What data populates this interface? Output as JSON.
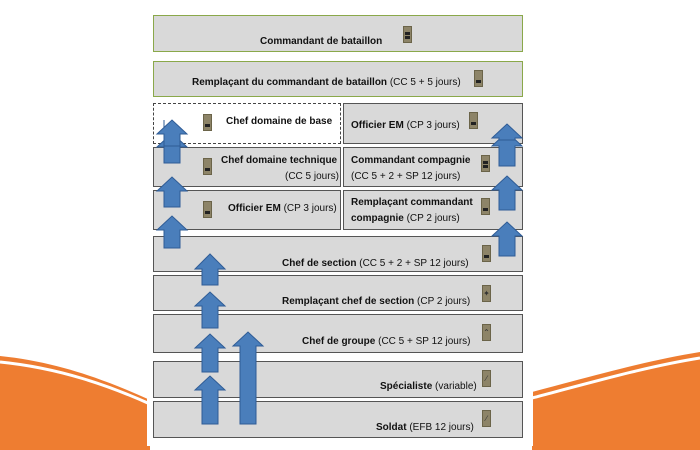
{
  "colors": {
    "accent_orange": "#ee7d31",
    "box_fill": "#d9d9d9",
    "arrow_fill": "#4a7ebb",
    "green_border": "#8aa84a"
  },
  "boxes": {
    "commandant_bataillon": {
      "title": "Commandant de bataillon"
    },
    "remplacant_cdt_bataillon": {
      "title": "Remplaçant du commandant de bataillon",
      "detail": "(CC 5 + 5 jours)"
    },
    "chef_domaine_base": {
      "title": "Chef domaine de base"
    },
    "officier_em_top": {
      "title": "Officier EM",
      "detail": "(CP 3 jours)"
    },
    "chef_domaine_technique": {
      "title": "Chef domaine technique",
      "detail": "(CC 5 jours)"
    },
    "commandant_compagnie": {
      "title": "Commandant compagnie",
      "detail": "(CC 5 + 2 + SP 12 jours)"
    },
    "officier_em_left": {
      "title": "Officier EM",
      "detail": "(CP 3 jours)"
    },
    "remplacant_cdt_compagnie": {
      "title_line1": "Remplaçant commandant",
      "title_line2": "compagnie",
      "detail": "(CP 2 jours)"
    },
    "chef_section": {
      "title": "Chef de section",
      "detail": "(CC 5 + 2 + SP 12 jours)"
    },
    "remplacant_chef_section": {
      "title": "Remplaçant chef de section",
      "detail": "(CP 2 jours)"
    },
    "chef_groupe": {
      "title": "Chef de groupe",
      "detail": "(CC 5 + SP 12 jours)"
    },
    "specialiste": {
      "title": "Spécialiste",
      "detail": "(variable)"
    },
    "soldat": {
      "title": "Soldat",
      "detail": "(EFB 12 jours)"
    }
  },
  "insignia": [
    "rank-major-icon",
    "rank-lt-colonel-icon",
    "rank-captain-icon",
    "rank-lieutenant-icon",
    "rank-sergent-major-icon",
    "rank-sergent-icon",
    "rank-corporal-icon",
    "rank-appointe-icon",
    "rank-soldat-icon"
  ]
}
